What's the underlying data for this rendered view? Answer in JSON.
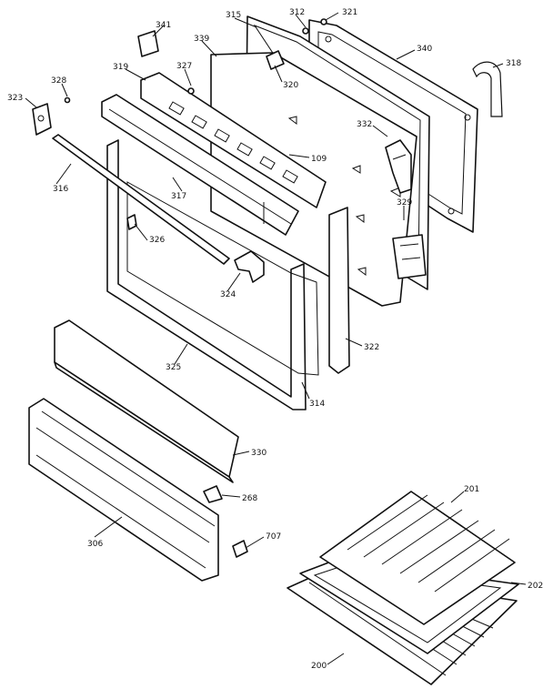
{
  "labels": {
    "p341": "341",
    "p315": "315",
    "p312": "312",
    "p321": "321",
    "p339": "339",
    "p340": "340",
    "p318": "318",
    "p327": "327",
    "p319": "319",
    "p320": "320",
    "p328": "328",
    "p323": "323",
    "p332": "332",
    "p109": "109",
    "p316": "316",
    "p317": "317",
    "p329": "329",
    "p326": "326",
    "p324": "324",
    "p322": "322",
    "p325": "325",
    "p314": "314",
    "p330": "330",
    "p268": "268",
    "p306": "306",
    "p707": "707",
    "p201": "201",
    "p202": "202",
    "p200": "200"
  }
}
